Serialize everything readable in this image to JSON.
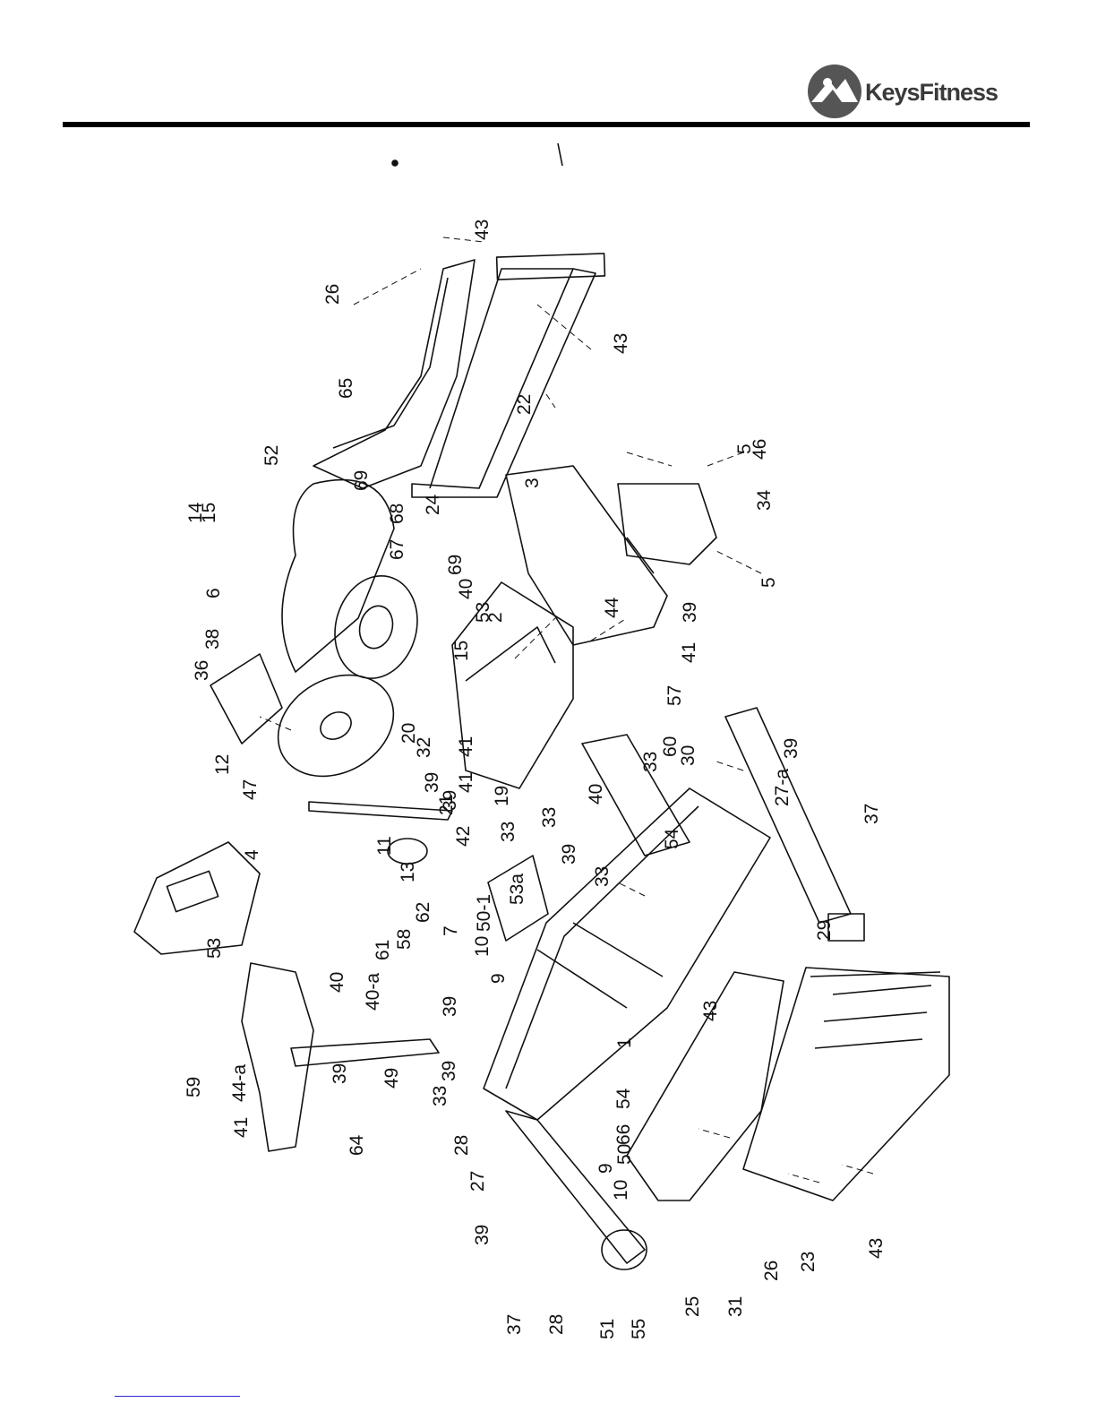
{
  "brand": {
    "name": "KeysFitness",
    "logo_icon": "keys-fitness-logo-icon"
  },
  "diagram": {
    "callouts": [
      {
        "id": "c1",
        "text": "43"
      },
      {
        "id": "c2",
        "text": "26"
      },
      {
        "id": "c3",
        "text": "65"
      },
      {
        "id": "c4",
        "text": "52"
      },
      {
        "id": "c5",
        "text": "43"
      },
      {
        "id": "c6",
        "text": "22"
      },
      {
        "id": "c7",
        "text": "24"
      },
      {
        "id": "c8",
        "text": "5"
      },
      {
        "id": "c9",
        "text": "46"
      },
      {
        "id": "c10",
        "text": "3"
      },
      {
        "id": "c11",
        "text": "34"
      },
      {
        "id": "c12",
        "text": "5"
      },
      {
        "id": "c13",
        "text": "53"
      },
      {
        "id": "c14",
        "text": "2"
      },
      {
        "id": "c15",
        "text": "44"
      },
      {
        "id": "c16",
        "text": "39"
      },
      {
        "id": "c17",
        "text": "41"
      },
      {
        "id": "c18",
        "text": "57"
      },
      {
        "id": "c19",
        "text": "14"
      },
      {
        "id": "c20",
        "text": "15"
      },
      {
        "id": "c21",
        "text": "69"
      },
      {
        "id": "c22",
        "text": "68"
      },
      {
        "id": "c23",
        "text": "67"
      },
      {
        "id": "c24",
        "text": "69"
      },
      {
        "id": "c25",
        "text": "40"
      },
      {
        "id": "c26",
        "text": "6"
      },
      {
        "id": "c27",
        "text": "15"
      },
      {
        "id": "c28",
        "text": "38"
      },
      {
        "id": "c29",
        "text": "36"
      },
      {
        "id": "c30",
        "text": "12"
      },
      {
        "id": "c31",
        "text": "47"
      },
      {
        "id": "c32",
        "text": "20"
      },
      {
        "id": "c33",
        "text": "32"
      },
      {
        "id": "c34",
        "text": "41"
      },
      {
        "id": "c35",
        "text": "39"
      },
      {
        "id": "c36",
        "text": "41"
      },
      {
        "id": "c37",
        "text": "39"
      },
      {
        "id": "c38",
        "text": "19"
      },
      {
        "id": "c39",
        "text": "21"
      },
      {
        "id": "c40",
        "text": "11"
      },
      {
        "id": "c41",
        "text": "42"
      },
      {
        "id": "c42",
        "text": "33"
      },
      {
        "id": "c43",
        "text": "40"
      },
      {
        "id": "c44",
        "text": "33"
      },
      {
        "id": "c45",
        "text": "30"
      },
      {
        "id": "c46",
        "text": "60"
      },
      {
        "id": "c47",
        "text": "33"
      },
      {
        "id": "c48",
        "text": "39"
      },
      {
        "id": "c49",
        "text": "27-a"
      },
      {
        "id": "c50",
        "text": "37"
      },
      {
        "id": "c51",
        "text": "54"
      },
      {
        "id": "c52",
        "text": "39"
      },
      {
        "id": "c53",
        "text": "33"
      },
      {
        "id": "c54",
        "text": "13"
      },
      {
        "id": "c55",
        "text": "53a"
      },
      {
        "id": "c56",
        "text": "50-1"
      },
      {
        "id": "c57",
        "text": "10"
      },
      {
        "id": "c58",
        "text": "9"
      },
      {
        "id": "c59",
        "text": "7"
      },
      {
        "id": "c60",
        "text": "62"
      },
      {
        "id": "c61",
        "text": "58"
      },
      {
        "id": "c62",
        "text": "61"
      },
      {
        "id": "c63",
        "text": "4"
      },
      {
        "id": "c64",
        "text": "29"
      },
      {
        "id": "c65",
        "text": "53"
      },
      {
        "id": "c66",
        "text": "40"
      },
      {
        "id": "c67",
        "text": "40-a"
      },
      {
        "id": "c68",
        "text": "39"
      },
      {
        "id": "c69",
        "text": "39"
      },
      {
        "id": "c70",
        "text": "33"
      },
      {
        "id": "c71",
        "text": "49"
      },
      {
        "id": "c72",
        "text": "59"
      },
      {
        "id": "c73",
        "text": "44-a"
      },
      {
        "id": "c74",
        "text": "39"
      },
      {
        "id": "c75",
        "text": "41"
      },
      {
        "id": "c76",
        "text": "64"
      },
      {
        "id": "c77",
        "text": "1"
      },
      {
        "id": "c78",
        "text": "54"
      },
      {
        "id": "c79",
        "text": "66"
      },
      {
        "id": "c80",
        "text": "50"
      },
      {
        "id": "c81",
        "text": "43"
      },
      {
        "id": "c82",
        "text": "28"
      },
      {
        "id": "c83",
        "text": "27"
      },
      {
        "id": "c84",
        "text": "39"
      },
      {
        "id": "c85",
        "text": "9"
      },
      {
        "id": "c86",
        "text": "10"
      },
      {
        "id": "c87",
        "text": "37"
      },
      {
        "id": "c88",
        "text": "28"
      },
      {
        "id": "c89",
        "text": "51"
      },
      {
        "id": "c90",
        "text": "55"
      },
      {
        "id": "c91",
        "text": "25"
      },
      {
        "id": "c92",
        "text": "31"
      },
      {
        "id": "c93",
        "text": "26"
      },
      {
        "id": "c94",
        "text": "23"
      },
      {
        "id": "c95",
        "text": "43"
      }
    ]
  }
}
